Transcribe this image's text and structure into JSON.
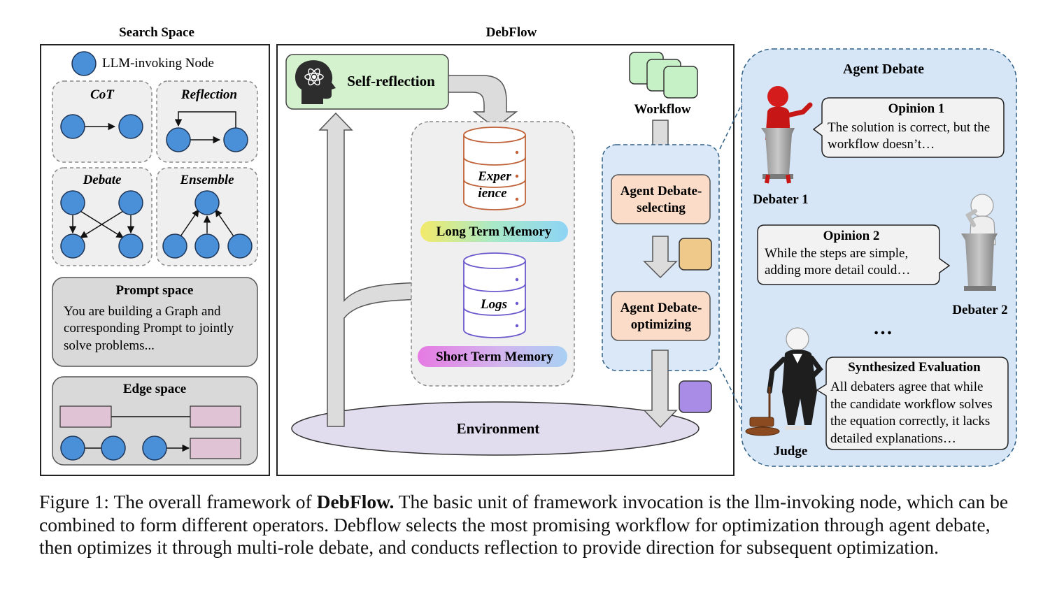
{
  "search_space": {
    "title": "Search Space",
    "legend_label": "LLM-invoking Node",
    "operators": [
      "CoT",
      "Reflection",
      "Debate",
      "Ensemble"
    ],
    "prompt_space": {
      "title": "Prompt space",
      "lines": [
        "You are building a Graph and",
        "corresponding Prompt to jointly",
        "solve problems..."
      ]
    },
    "edge_space": {
      "title": "Edge space"
    }
  },
  "debflow": {
    "title": "DebFlow",
    "self_reflection": "Self-reflection",
    "workflow": "Workflow",
    "experience_lines": [
      "Exper",
      "ience"
    ],
    "long_term_memory": "Long Term Memory",
    "logs": "Logs",
    "short_term_memory": "Short Term Memory",
    "agent_debate_selecting": [
      "Agent Debate-",
      "selecting"
    ],
    "agent_debate_optimizing": [
      "Agent Debate-",
      "optimizing"
    ],
    "environment": "Environment"
  },
  "agent_debate": {
    "title": "Agent Debate",
    "opinion1": {
      "title": "Opinion 1",
      "lines": [
        "The solution is correct, but the",
        "workflow doesn’t…"
      ]
    },
    "debater1": "Debater 1",
    "opinion2": {
      "title": "Opinion 2",
      "lines": [
        "While the steps are simple,",
        "adding more detail could…"
      ]
    },
    "debater2": "Debater 2",
    "ellipsis": "…",
    "synthesized": {
      "title": "Synthesized Evaluation",
      "lines": [
        "All debaters agree that while",
        "the candidate workflow solves",
        "the equation correctly, it lacks",
        "detailed explanations…"
      ]
    },
    "judge": "Judge"
  },
  "caption": {
    "prefix": "Figure 1: The overall framework of ",
    "bold": "DebFlow.",
    "rest": " The basic unit of framework invocation is the llm-invoking node, which can be combined to form different operators. Debflow selects the most promising workflow for optimization through agent debate, then optimizes it through multi-role debate, and conducts reflection to provide direction for subsequent optimization."
  },
  "colors": {
    "node_blue": "#4a90d9",
    "green_box": "#d5f2cf",
    "orange_box": "#fbdcc8",
    "debate_panel": "#d6e6f6",
    "environment": "#e2dcef",
    "edge_pink": "#e0c3d4",
    "square_orange": "#efc98a",
    "square_purple": "#a98ce6"
  }
}
